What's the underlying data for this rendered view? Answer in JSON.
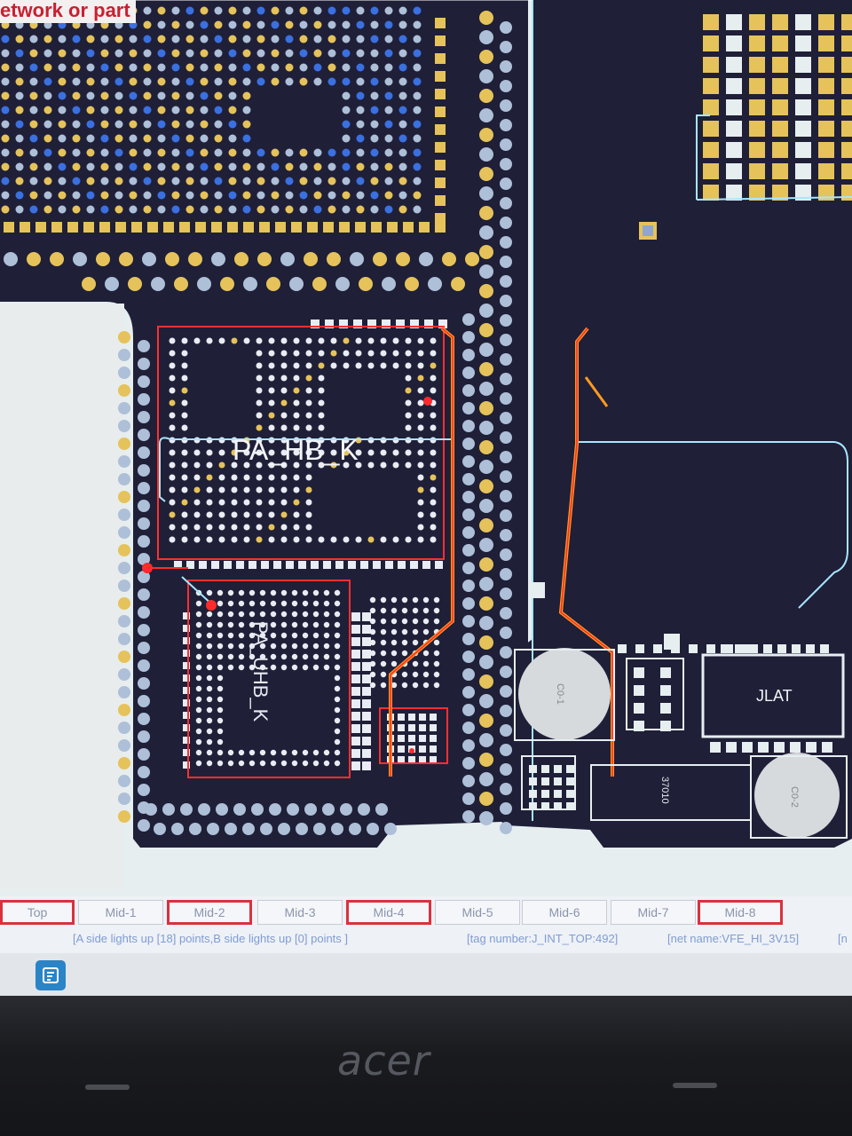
{
  "overlay_title": "etwork or part",
  "board": {
    "labels": [
      "PA_HB_K",
      "PA_UHB_K",
      "JLAT",
      "C0-1",
      "37010",
      "C0-2"
    ]
  },
  "tabs": [
    {
      "label": "Top",
      "active": true
    },
    {
      "label": "Mid-1",
      "active": false
    },
    {
      "label": "Mid-2",
      "active": true
    },
    {
      "label": "Mid-3",
      "active": false
    },
    {
      "label": "Mid-4",
      "active": true
    },
    {
      "label": "Mid-5",
      "active": false
    },
    {
      "label": "Mid-6",
      "active": false
    },
    {
      "label": "Mid-7",
      "active": false
    },
    {
      "label": "Mid-8",
      "active": true
    }
  ],
  "status": {
    "points": "[A side lights up [18] points,B side lights up [0] points ]",
    "tag": "[tag number:J_INT_TOP:492]",
    "net": "[net name:VFE_HI_3V15]",
    "tail": "[n"
  },
  "brand": "acer",
  "colors": {
    "board": "#1f1f38",
    "pad_gold": "#e5c35a",
    "pad_blue": "#3a70e0",
    "pad_grey": "#aebfd8",
    "trace_red": "#ff2a2a",
    "trace_orange": "#ff9a20",
    "outline_cyan": "#a8e6ff"
  }
}
